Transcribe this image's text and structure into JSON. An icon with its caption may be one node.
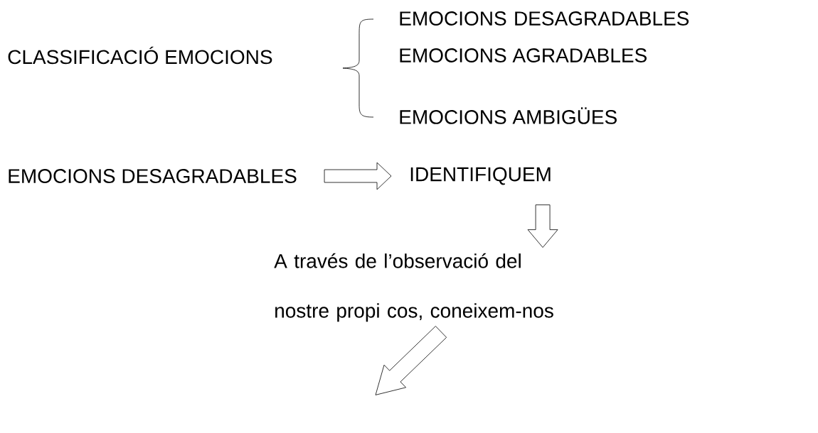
{
  "diagram": {
    "nodes": [
      {
        "text": [
          "CLASSIFICACIÓ EMOCIONS"
        ]
      },
      {
        "text": [
          "EMOCIONS DESAGRADABLES"
        ]
      },
      {
        "text": [
          "EMOCIONS AGRADABLES"
        ]
      },
      {
        "text": [
          "EMOCIONS AMBIGÜES"
        ]
      },
      {
        "text": [
          "EMOCIONS DESAGRADABLES"
        ]
      },
      {
        "text": [
          "IDENTIFIQUEM"
        ]
      },
      {
        "text": [
          "A través de l’observació del nostre propi cos, coneixem-nos"
        ]
      }
    ],
    "edges": [
      {
        "from": 4,
        "to": 5,
        "arrow": "to"
      },
      {
        "from": 5,
        "to": 6,
        "arrow": "to"
      },
      {
        "from": 6,
        "to": null,
        "arrow": "to"
      }
    ]
  }
}
